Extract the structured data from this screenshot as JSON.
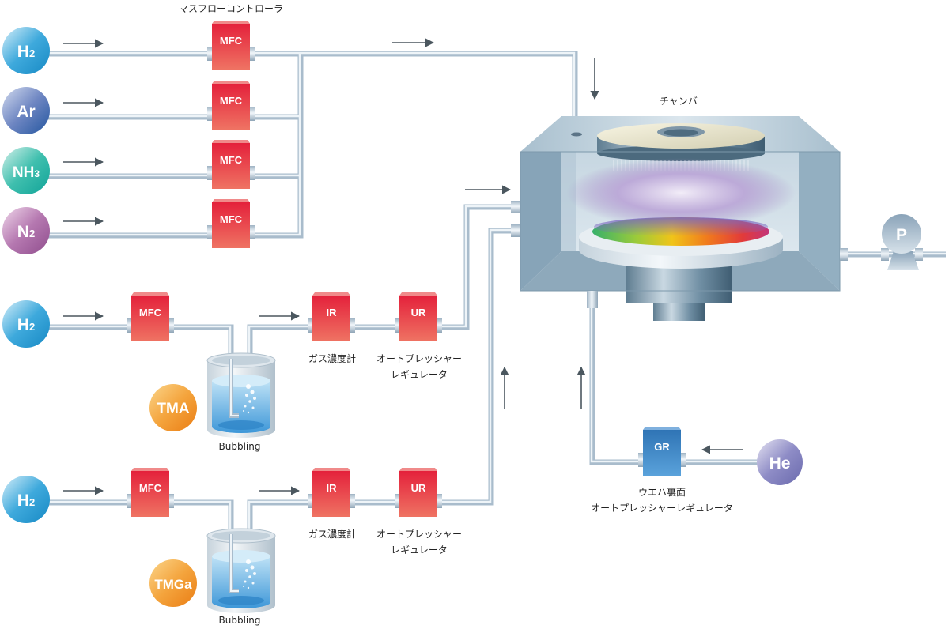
{
  "labels": {
    "mfc_group": "マスフローコントローラ",
    "chamber": "チャンバ",
    "gas_meter_1": "ガス濃度計",
    "gas_meter_2": "ガス濃度計",
    "apr_1_line1": "オートプレッシャー",
    "apr_1_line2": "レギュレータ",
    "apr_2_line1": "オートプレッシャー",
    "apr_2_line2": "レギュレータ",
    "bubbling_1": "Bubbling",
    "bubbling_2": "Bubbling",
    "gr_line1": "ウエハ裏面",
    "gr_line2": "オートプレッシャーレギュレータ"
  },
  "sources": {
    "h2_top": {
      "main": "H",
      "sub": "2"
    },
    "ar": {
      "main": "Ar",
      "sub": ""
    },
    "nh3": {
      "main": "NH",
      "sub": "3"
    },
    "n2": {
      "main": "N",
      "sub": "2"
    },
    "h2_mid": {
      "main": "H",
      "sub": "2"
    },
    "h2_bot": {
      "main": "H",
      "sub": "2"
    },
    "tma": {
      "main": "TMA",
      "sub": ""
    },
    "tmga": {
      "main": "TMGa",
      "sub": ""
    },
    "he": {
      "main": "He",
      "sub": ""
    }
  },
  "boxes": {
    "mfc1": "MFC",
    "mfc2": "MFC",
    "mfc3": "MFC",
    "mfc4": "MFC",
    "mfc5": "MFC",
    "mfc6": "MFC",
    "ir1": "IR",
    "ir2": "IR",
    "ur1": "UR",
    "ur2": "UR",
    "gr": "GR",
    "pump": "P"
  },
  "colors": {
    "mfc_red_top": "#e4213b",
    "mfc_red_bottom": "#ef7363",
    "gr_blue_top": "#2f74b5",
    "gr_blue_bottom": "#5aa2db",
    "pipe": "#b4c6d6",
    "arrow": "#4b575f",
    "chamber": "#8fa9bc",
    "plasma": "#a287c4"
  }
}
